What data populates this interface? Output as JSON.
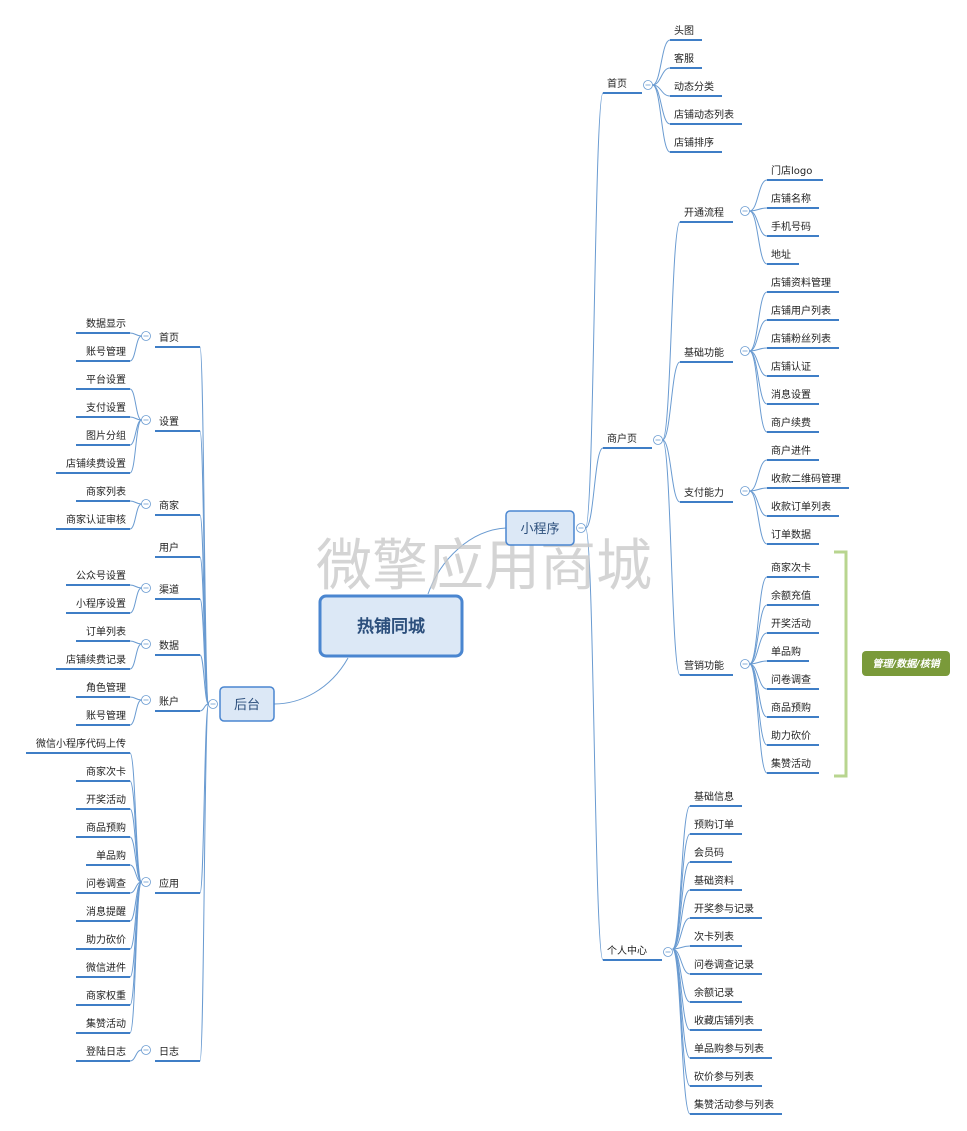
{
  "root": "热铺同城",
  "watermark": "微擎应用商城",
  "mini_program": {
    "label": "小程序",
    "branches": [
      {
        "label": "首页",
        "children": [
          "头图",
          "客服",
          "动态分类",
          "店铺动态列表",
          "店铺排序"
        ]
      },
      {
        "label": "商户页",
        "children": [
          {
            "label": "开通流程",
            "children": [
              "门店logo",
              "店铺名称",
              "手机号码",
              "地址"
            ]
          },
          {
            "label": "基础功能",
            "children": [
              "店铺资料管理",
              "店铺用户列表",
              "店铺粉丝列表",
              "店铺认证",
              "消息设置",
              "商户续费"
            ]
          },
          {
            "label": "支付能力",
            "children": [
              "商户进件",
              "收款二维码管理",
              "收款订单列表",
              "订单数据"
            ]
          },
          {
            "label": "营销功能",
            "children": [
              "商家次卡",
              "余额充值",
              "开奖活动",
              "单品购",
              "问卷调查",
              "商品预购",
              "助力砍价",
              "集赞活动"
            ]
          }
        ]
      },
      {
        "label": "个人中心",
        "children": [
          "基础信息",
          "预购订单",
          "会员码",
          "基础资料",
          "开奖参与记录",
          "次卡列表",
          "问卷调查记录",
          "余额记录",
          "收藏店铺列表",
          "单品购参与列表",
          "砍价参与列表",
          "集赞活动参与列表"
        ]
      }
    ]
  },
  "marketing_tag": "管理/数据/核销",
  "backend": {
    "label": "后台",
    "branches": [
      {
        "label": "首页",
        "children": [
          "数据显示",
          "账号管理"
        ]
      },
      {
        "label": "设置",
        "children": [
          "平台设置",
          "支付设置",
          "图片分组",
          "店铺续费设置"
        ]
      },
      {
        "label": "商家",
        "children": [
          "商家列表",
          "商家认证审核"
        ]
      },
      {
        "label": "用户",
        "children": []
      },
      {
        "label": "渠道",
        "children": [
          "公众号设置",
          "小程序设置"
        ]
      },
      {
        "label": "数据",
        "children": [
          "订单列表",
          "店铺续费记录"
        ]
      },
      {
        "label": "账户",
        "children": [
          "角色管理",
          "账号管理"
        ]
      },
      {
        "label": "应用",
        "children": [
          "微信小程序代码上传",
          "商家次卡",
          "开奖活动",
          "商品预购",
          "单品购",
          "问卷调查",
          "消息提醒",
          "助力砍价",
          "微信进件",
          "商家权重",
          "集赞活动"
        ]
      },
      {
        "label": "日志",
        "children": [
          "登陆日志"
        ]
      }
    ]
  },
  "colors": {
    "line": "#3f7ec6",
    "connector": "#6a9bd1",
    "node_fill": "#dce8f6",
    "node_border": "#4a86d0",
    "bracket": "#b8d58f",
    "tag_fill": "#7a9a3a"
  }
}
